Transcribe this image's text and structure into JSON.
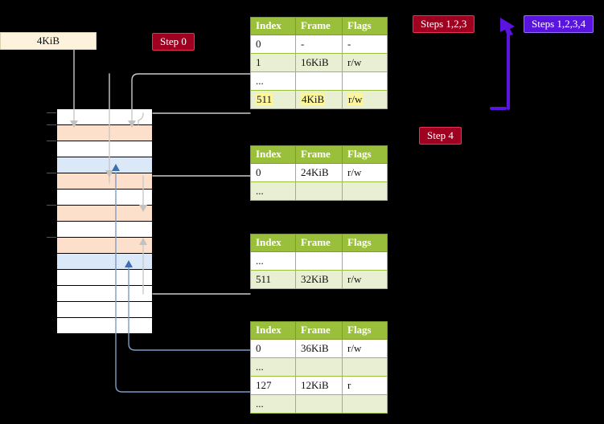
{
  "size_box": {
    "label": "4KiB"
  },
  "badges": {
    "step0": "Step 0",
    "steps123": "Steps 1,2,3",
    "step4": "Step 4",
    "steps1234": "Steps 1,2,3,4"
  },
  "table_columns": {
    "index": "Index",
    "frame": "Frame",
    "flags": "Flags"
  },
  "tables": [
    {
      "id": "tbl-0",
      "rows": [
        {
          "index": "0",
          "frame": "-",
          "flags": "-",
          "highlight": false
        },
        {
          "index": "1",
          "frame": "16KiB",
          "flags": "r/w",
          "highlight": false
        },
        {
          "index": "...",
          "frame": "",
          "flags": "",
          "highlight": false
        },
        {
          "index": "511",
          "frame": "4KiB",
          "flags": "r/w",
          "highlight": true
        }
      ]
    },
    {
      "id": "tbl-1",
      "rows": [
        {
          "index": "0",
          "frame": "24KiB",
          "flags": "r/w",
          "highlight": false
        },
        {
          "index": "...",
          "frame": "",
          "flags": "",
          "highlight": false
        }
      ]
    },
    {
      "id": "tbl-2",
      "rows": [
        {
          "index": "...",
          "frame": "",
          "flags": "",
          "highlight": false
        },
        {
          "index": "511",
          "frame": "32KiB",
          "flags": "r/w",
          "highlight": false
        }
      ]
    },
    {
      "id": "tbl-3",
      "rows": [
        {
          "index": "0",
          "frame": "36KiB",
          "flags": "r/w",
          "highlight": false
        },
        {
          "index": "...",
          "frame": "",
          "flags": "",
          "highlight": false
        },
        {
          "index": "127",
          "frame": "12KiB",
          "flags": "r",
          "highlight": false
        },
        {
          "index": "...",
          "frame": "",
          "flags": "",
          "highlight": false
        }
      ]
    }
  ],
  "memory_column": {
    "rows": [
      {
        "fill": "white"
      },
      {
        "fill": "peach"
      },
      {
        "fill": "white"
      },
      {
        "fill": "blue"
      },
      {
        "fill": "peach"
      },
      {
        "fill": "white"
      },
      {
        "fill": "peach"
      },
      {
        "fill": "white"
      },
      {
        "fill": "peach"
      },
      {
        "fill": "blue"
      },
      {
        "fill": "white"
      },
      {
        "fill": "white"
      },
      {
        "fill": "white"
      },
      {
        "fill": "white"
      }
    ]
  },
  "colors": {
    "table_header": "#9ac03b",
    "table_row_alt": "#e9efd2",
    "highlight": "#fbf69b",
    "badge_red": "#a00020",
    "badge_purple": "#5a14e0",
    "size_box": "#fdf3dc",
    "mem_peach": "#fde0cb",
    "mem_blue": "#dbe8f7",
    "wire_grey": "#c9c9c9",
    "wire_blue": "#7b9cc7",
    "background": "#000000"
  }
}
